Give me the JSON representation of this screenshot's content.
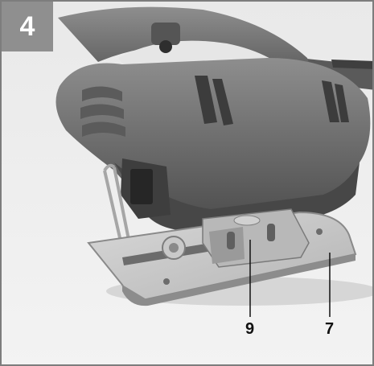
{
  "figure": {
    "number": "4",
    "callouts": [
      {
        "label": "9",
        "part": "blade-guide-roller"
      },
      {
        "label": "7",
        "part": "base-plate"
      }
    ]
  }
}
